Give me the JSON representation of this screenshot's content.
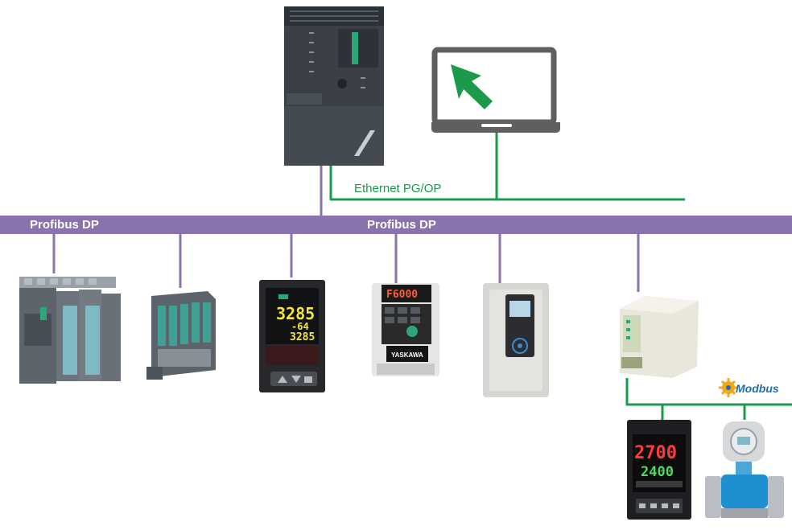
{
  "bus": {
    "profibus_label_left": "Profibus DP",
    "profibus_label_center": "Profibus DP",
    "ethernet_label": "Ethernet PG/OP",
    "modbus_label": "Modbus",
    "colors": {
      "profibus": "#8a72ad",
      "ethernet": "#1a9a4a",
      "laptop": "#5f5f5f"
    }
  },
  "devices": {
    "controller_display": {
      "pv": "3285",
      "sp": "-64",
      "out": "3285"
    },
    "drive_display": {
      "value": "F6000"
    },
    "drive_brand": {
      "text": "YASKAWA"
    },
    "meter_display": {
      "pv": "2700",
      "sp": "2400"
    }
  }
}
